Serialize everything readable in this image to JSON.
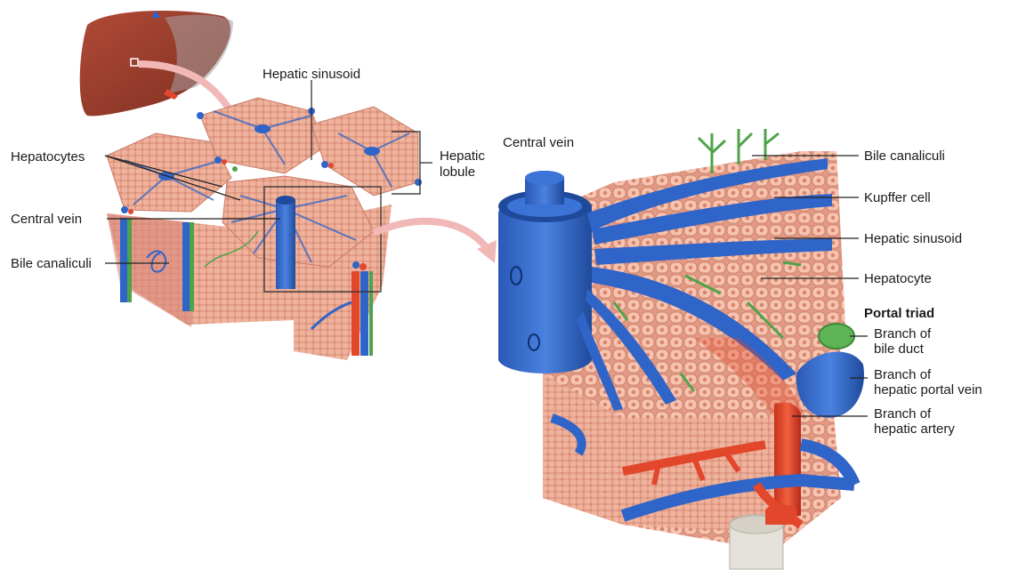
{
  "left_labels": {
    "hepatic_sinusoid": "Hepatic sinusoid",
    "hepatocytes": "Hepatocytes",
    "hepatic_lobule_line1": "Hepatic",
    "hepatic_lobule_line2": "lobule",
    "central_vein": "Central vein",
    "bile_canaliculi": "Bile canaliculi"
  },
  "right_labels": {
    "central_vein": "Central vein",
    "bile_canaliculi": "Bile canaliculi",
    "kupffer_cell": "Kupffer cell",
    "hepatic_sinusoid": "Hepatic sinusoid",
    "hepatocyte": "Hepatocyte",
    "portal_triad": "Portal triad",
    "bile_duct_line1": "Branch of",
    "bile_duct_line2": "bile duct",
    "portal_vein_line1": "Branch of",
    "portal_vein_line2": "hepatic portal vein",
    "artery_line1": "Branch of",
    "artery_line2": "hepatic artery"
  },
  "colors": {
    "liver": "#9b3f2e",
    "tissue": "#e8a28c",
    "hepatocyte": "#f2b8a4",
    "vein": "#2f64c8",
    "artery": "#e2472b",
    "bile": "#4ea34a",
    "arrow": "#f2b8b8"
  }
}
